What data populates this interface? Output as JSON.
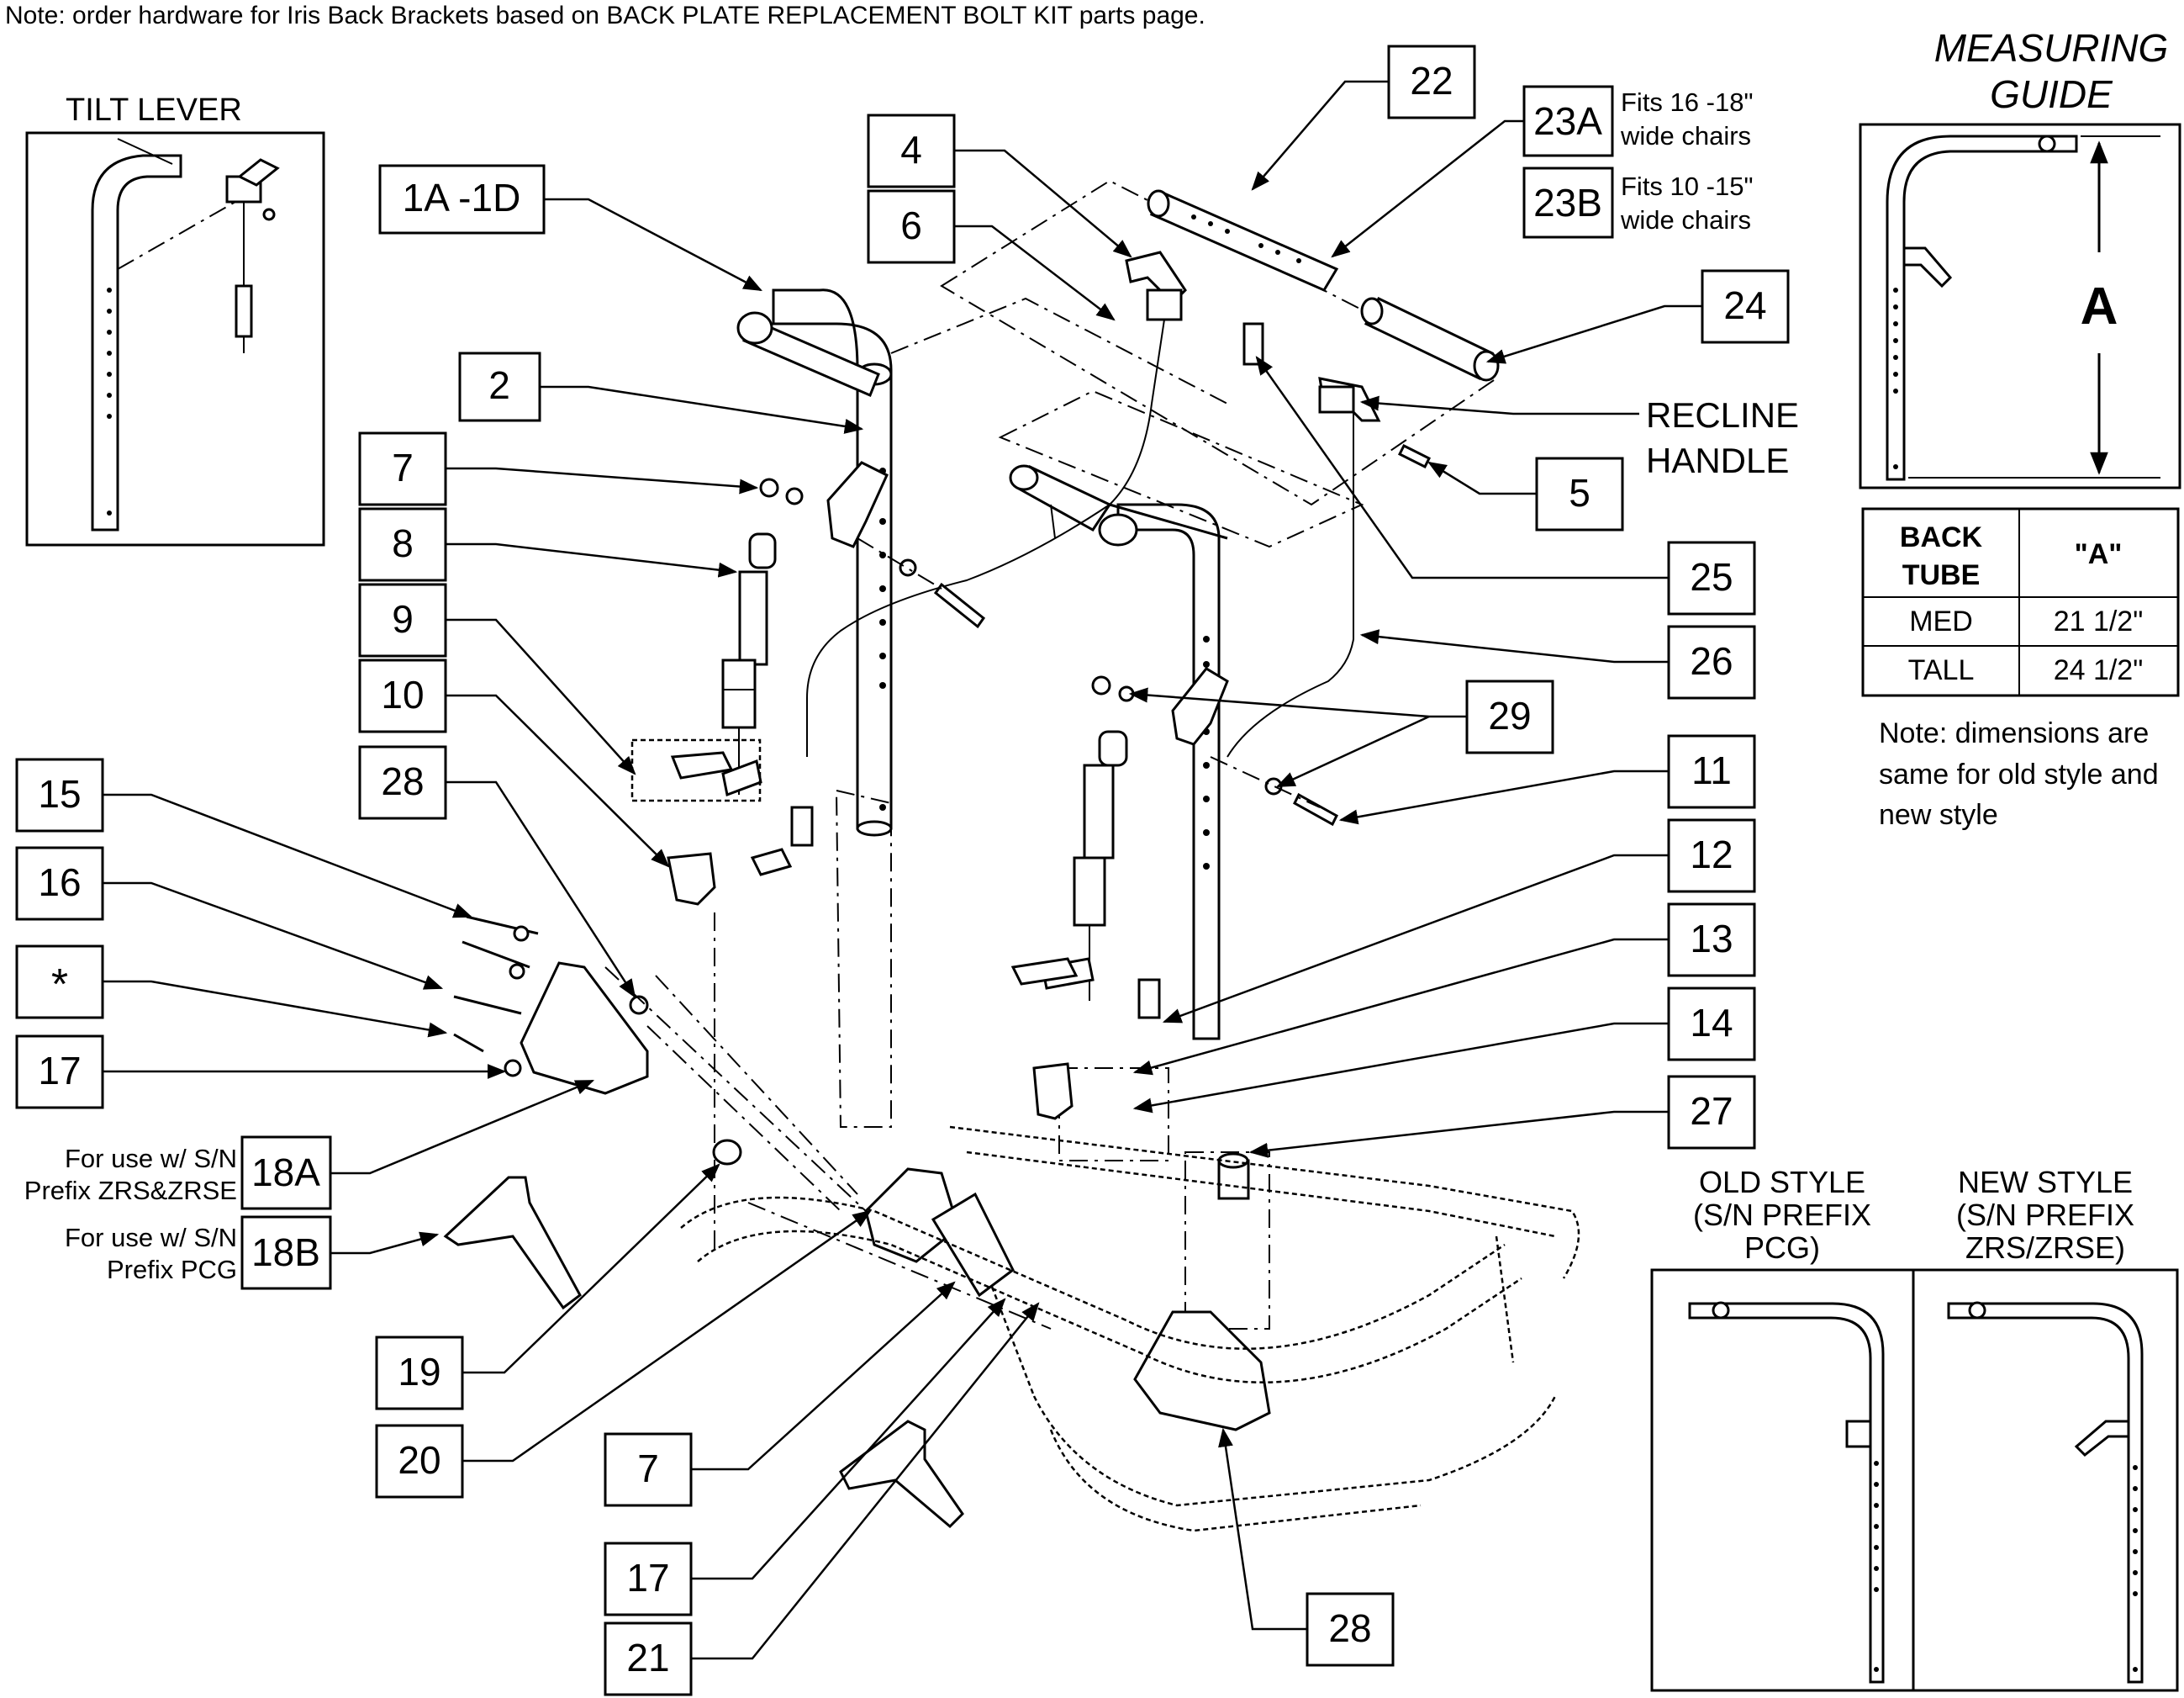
{
  "note_top": "Note: order hardware for Iris Back Brackets based on BACK PLATE REPLACEMENT BOLT KIT parts page.",
  "tilt_lever_title": "TILT LEVER",
  "measuring_guide": {
    "title_line1": "MEASURING",
    "title_line2": "GUIDE",
    "dimension_label": "A",
    "table": {
      "header_col1_line1": "BACK",
      "header_col1_line2": "TUBE",
      "header_col2": "\"A\"",
      "rows": [
        {
          "tube": "MED",
          "a": "21 1/2\""
        },
        {
          "tube": "TALL",
          "a": "24 1/2\""
        }
      ]
    },
    "note_line1": "Note: dimensions are",
    "note_line2": "same for old style and",
    "note_line3": "new style"
  },
  "styles": {
    "old_line1": "OLD STYLE",
    "old_line2": "(S/N PREFIX",
    "old_line3": "PCG)",
    "new_line1": "NEW STYLE",
    "new_line2": "(S/N PREFIX",
    "new_line3": "ZRS/ZRSE)"
  },
  "recline_handle_line1": "RECLINE",
  "recline_handle_line2": "HANDLE",
  "fits_23a_line1": "Fits 16 -18\"",
  "fits_23a_line2": "wide chairs",
  "fits_23b_line1": "Fits 10 -15\"",
  "fits_23b_line2": "wide chairs",
  "use_18a_line1": "For use w/ S/N",
  "use_18a_line2": "Prefix ZRS&ZRSE",
  "use_18b_line1": "For use w/ S/N",
  "use_18b_line2": "Prefix PCG",
  "callouts": {
    "c1": "1A -1D",
    "c2": "2",
    "c4": "4",
    "c5": "5",
    "c6": "6",
    "c7a": "7",
    "c7b": "7",
    "c8": "8",
    "c9": "9",
    "c10": "10",
    "c11": "11",
    "c12": "12",
    "c13": "13",
    "c14": "14",
    "c15": "15",
    "c16": "16",
    "cstar": "*",
    "c17a": "17",
    "c17b": "17",
    "c18a": "18A",
    "c18b": "18B",
    "c19": "19",
    "c20": "20",
    "c21": "21",
    "c22": "22",
    "c23a": "23A",
    "c23b": "23B",
    "c24": "24",
    "c25": "25",
    "c26": "26",
    "c27": "27",
    "c28a": "28",
    "c28b": "28",
    "c29": "29"
  }
}
